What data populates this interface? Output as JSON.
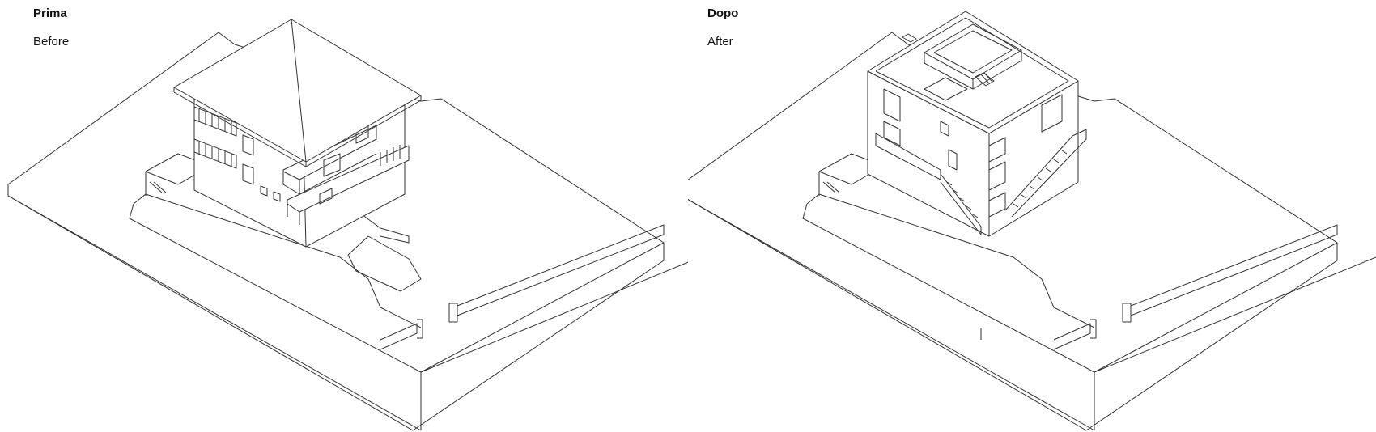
{
  "before": {
    "title": "Prima",
    "subtitle": "Before"
  },
  "after": {
    "title": "Dopo",
    "subtitle": "After"
  }
}
